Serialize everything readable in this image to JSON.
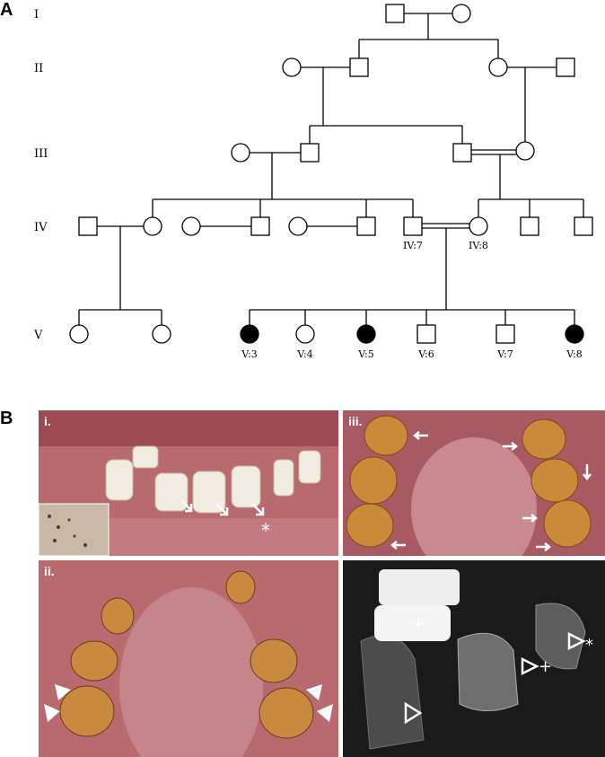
{
  "panel_a_letter": "A",
  "panel_b_letter": "B",
  "generations": [
    "I",
    "II",
    "III",
    "IV",
    "V"
  ],
  "labels": {
    "iv7": "IV:7",
    "iv8": "IV:8",
    "v3": "V:3",
    "v4": "V:4",
    "v5": "V:5",
    "v6": "V:6",
    "v7": "V:7",
    "v8": "V:8"
  },
  "photos": {
    "i": "i.",
    "ii": "ii.",
    "iii": "iii."
  },
  "markers": {
    "asterisk": "*",
    "plus": "+"
  }
}
